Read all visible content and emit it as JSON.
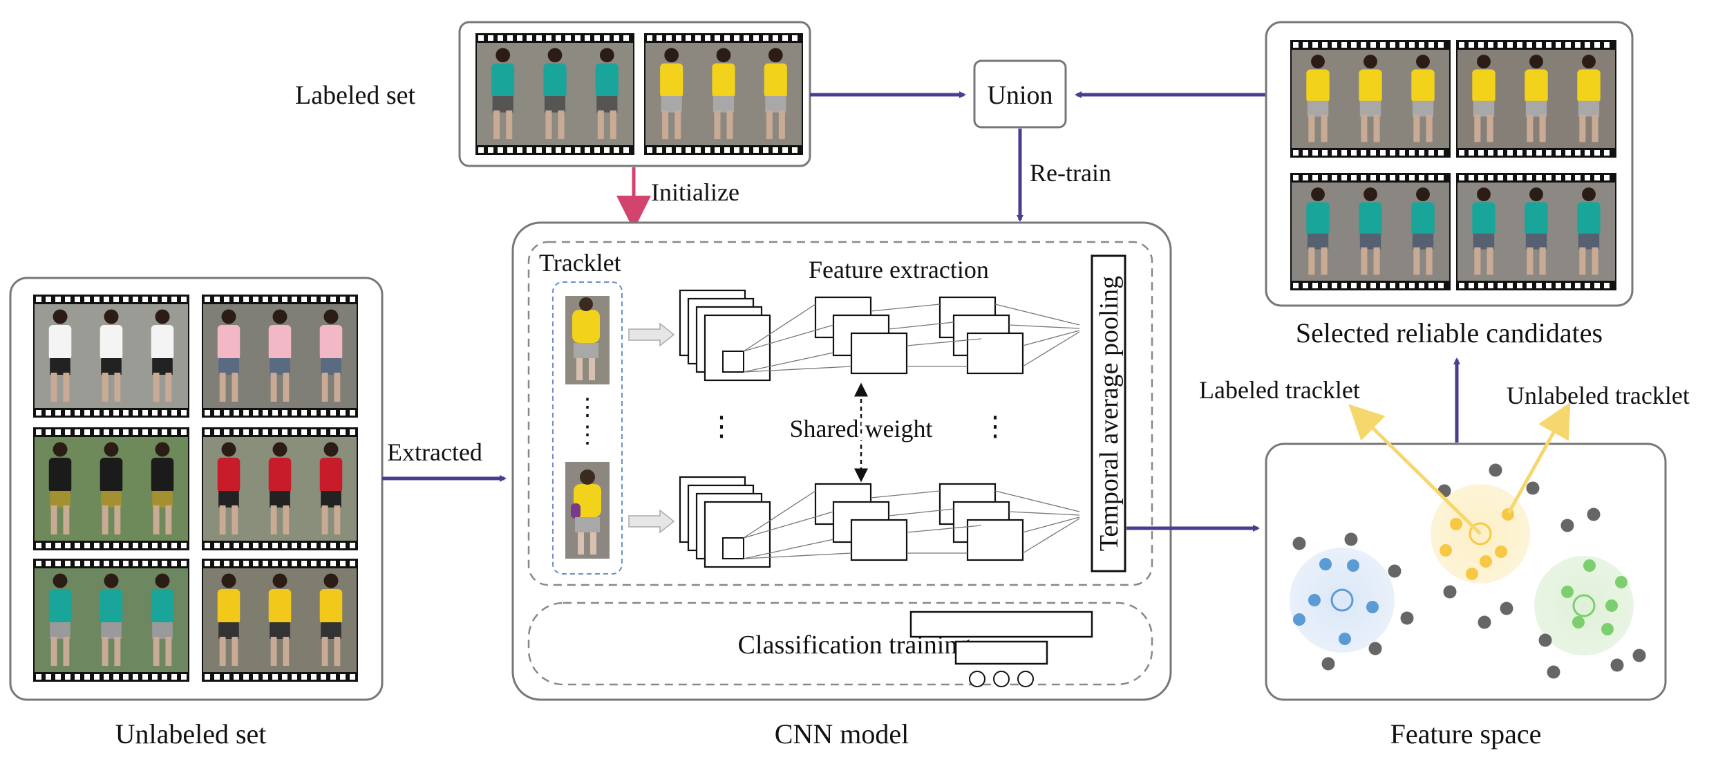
{
  "labels": {
    "labeled_set": "Labeled set",
    "union": "Union",
    "initialize": "Initialize",
    "retrain": "Re-train",
    "tracklet": "Tracklet",
    "feature_extraction": "Feature extraction",
    "shared_weight": "Shared weight",
    "temporal_pooling": "Temporal average pooling",
    "classification_training": "Classification training",
    "extracted": "Extracted",
    "cnn_model": "CNN model",
    "unlabeled_set": "Unlabeled set",
    "feature_space": "Feature space",
    "selected_candidates": "Selected reliable candidates",
    "labeled_tracklet": "Labeled tracklet",
    "unlabeled_tracklet": "Unlabeled tracklet"
  },
  "filmstrips": {
    "labeled_set": [
      {
        "shirt": "#1aa59a",
        "pants": "#555555",
        "bg": "#8d8a82"
      },
      {
        "shirt": "#f2d21b",
        "pants": "#a8a8a8",
        "bg": "#8c8880"
      }
    ],
    "unlabeled_set": [
      {
        "shirt": "#f4f4f4",
        "pants": "#222222",
        "bg": "#9b9b95"
      },
      {
        "shirt": "#f2b8c6",
        "pants": "#5a6a80",
        "bg": "#7f7e77"
      },
      {
        "shirt": "#1b1b1b",
        "pants": "#a39030",
        "bg": "#6f8a5a"
      },
      {
        "shirt": "#c81c2a",
        "pants": "#222222",
        "bg": "#8a8f7c"
      },
      {
        "shirt": "#1aa59a",
        "pants": "#9a9a9a",
        "bg": "#6d8860"
      },
      {
        "shirt": "#f2c91b",
        "pants": "#333333",
        "bg": "#7f7d70"
      }
    ],
    "selected_candidates": [
      {
        "shirt": "#f2d21b",
        "pants": "#a8a8a8",
        "bg": "#8a857c"
      },
      {
        "shirt": "#f2d21b",
        "pants": "#a8a8a8",
        "bg": "#857f77"
      },
      {
        "shirt": "#1aa59a",
        "pants": "#556070",
        "bg": "#8a8782"
      },
      {
        "shirt": "#1aa59a",
        "pants": "#556070",
        "bg": "#8c8984"
      }
    ]
  },
  "colors": {
    "arrow_main": "#4a3d8f",
    "arrow_initialize": "#d2436e",
    "arrow_candidate": "#f5d76e",
    "cluster_blue": "#5b9bd5",
    "cluster_yellow": "#f7c843",
    "cluster_green": "#7ccf6e",
    "dot_gray": "#666666"
  }
}
